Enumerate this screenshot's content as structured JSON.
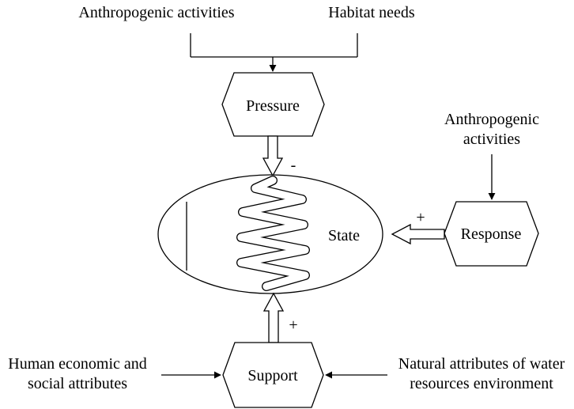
{
  "top_left_label": "Anthropogenic activities",
  "top_right_label": "Habitat needs",
  "pressure_label": "Pressure",
  "pressure_sign": "-",
  "right_input_label_line1": "Anthropogenic",
  "right_input_label_line2": "activities",
  "response_sign": "+",
  "response_label": "Response",
  "state_label": "State",
  "support_sign": "+",
  "support_label": "Support",
  "left_input_label_line1": "Human economic and",
  "left_input_label_line2": "social attributes",
  "right_bottom_label_line1": "Natural attributes of water",
  "right_bottom_label_line2": "resources environment"
}
